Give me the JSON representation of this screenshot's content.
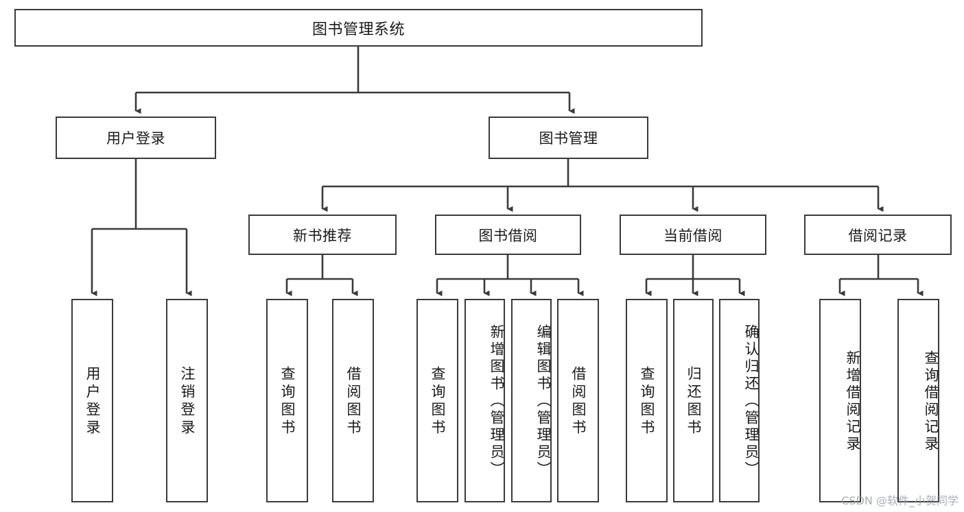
{
  "diagram": {
    "title": "图书管理系统",
    "type": "tree",
    "root": {
      "label": "图书管理系统"
    },
    "level2": [
      {
        "label": "用户登录"
      },
      {
        "label": "图书管理"
      }
    ],
    "level3": [
      {
        "label": "新书推荐"
      },
      {
        "label": "图书借阅"
      },
      {
        "label": "当前借阅"
      },
      {
        "label": "借阅记录"
      }
    ],
    "leaves": {
      "user_login": [
        {
          "label": "用户登录"
        },
        {
          "label": "注销登录"
        }
      ],
      "new_book_recommend": [
        {
          "label": "查询图书"
        },
        {
          "label": "借阅图书"
        }
      ],
      "book_borrow": [
        {
          "label": "查询图书"
        },
        {
          "label": "新增图书（管理员）"
        },
        {
          "label": "编辑图书（管理员）"
        },
        {
          "label": "借阅图书"
        }
      ],
      "current_borrow": [
        {
          "label": "查询图书"
        },
        {
          "label": "归还图书"
        },
        {
          "label": "确认归还（管理员）"
        }
      ],
      "borrow_record": [
        {
          "label": "新增借阅记录"
        },
        {
          "label": "查询借阅记录"
        }
      ]
    }
  },
  "watermark": {
    "text": "CSDN @软件_小贺同学"
  },
  "colors": {
    "border": "#3a3a3a",
    "text": "#1a1a1a",
    "background": "#ffffff",
    "watermark": "#9aa0a6"
  }
}
